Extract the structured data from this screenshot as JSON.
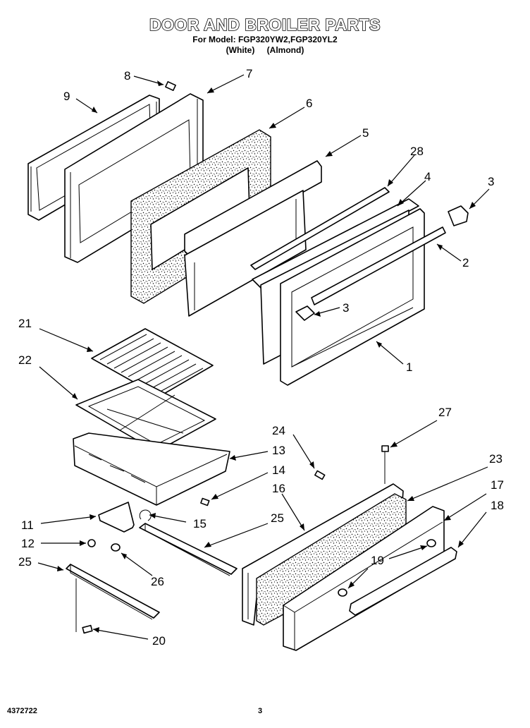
{
  "header": {
    "title": "DOOR AND BROILER PARTS",
    "subtitle": "For Model: FGP320YW2,FGP320YL2",
    "variants": "(White)    (Almond)"
  },
  "footer": {
    "doc_number": "4372722",
    "page_number": "3"
  },
  "callouts": {
    "c1": "1",
    "c2": "2",
    "c3a": "3",
    "c3b": "3",
    "c4": "4",
    "c5": "5",
    "c6": "6",
    "c7": "7",
    "c8": "8",
    "c9": "9",
    "c11": "11",
    "c12": "12",
    "c13": "13",
    "c14": "14",
    "c15": "15",
    "c16": "16",
    "c17": "17",
    "c18": "18",
    "c19": "19",
    "c20": "20",
    "c21": "21",
    "c22": "22",
    "c23": "23",
    "c24": "24",
    "c25a": "25",
    "c25b": "25",
    "c26": "26",
    "c27": "27",
    "c28": "28"
  }
}
